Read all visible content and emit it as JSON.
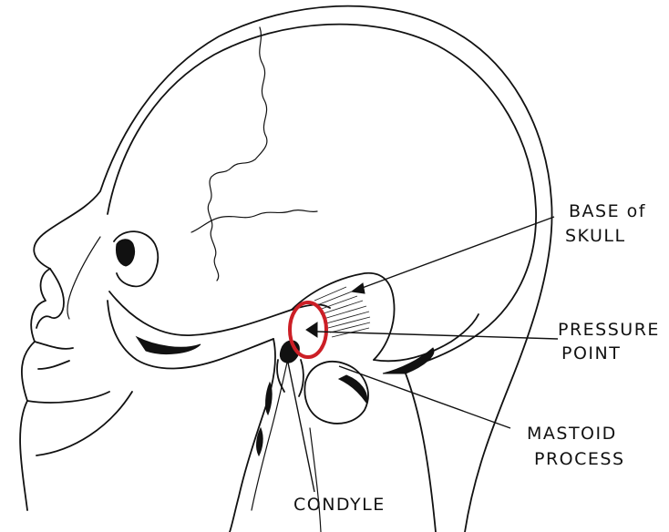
{
  "labels": {
    "base_of_skull_line1": "BASE of",
    "base_of_skull_line2": "SKULL",
    "pressure_point_line1": "PRESSURE",
    "pressure_point_line2": "POINT",
    "mastoid_line1": "MASTOID",
    "mastoid_line2": "PROCESS",
    "condyle": "CONDYLE"
  },
  "colors": {
    "ink": "#111111",
    "highlight": "#cc1f26",
    "background": "#ffffff"
  }
}
